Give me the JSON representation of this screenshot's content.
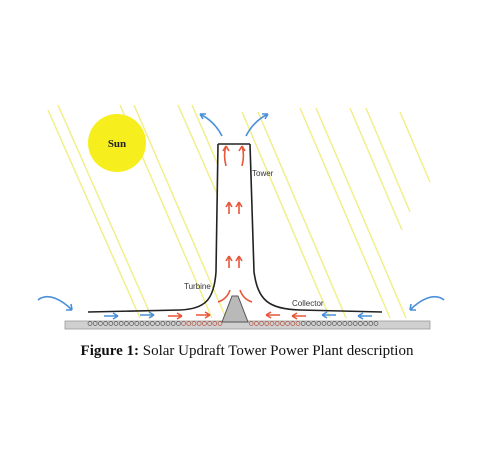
{
  "labels": {
    "sun": "Sun",
    "tower": "Tower",
    "turbine": "Turbine",
    "collector": "Collector"
  },
  "caption": {
    "prefix": "Figure 1:",
    "text": " Solar Updraft Tower Power Plant description"
  },
  "colors": {
    "sun": "#f7ee1e",
    "sun_rays": "#f2ee86",
    "cold_air": "#4a90d9",
    "hot_air": "#e8573a",
    "ground": "#d0d0d0",
    "outline": "#222222"
  }
}
